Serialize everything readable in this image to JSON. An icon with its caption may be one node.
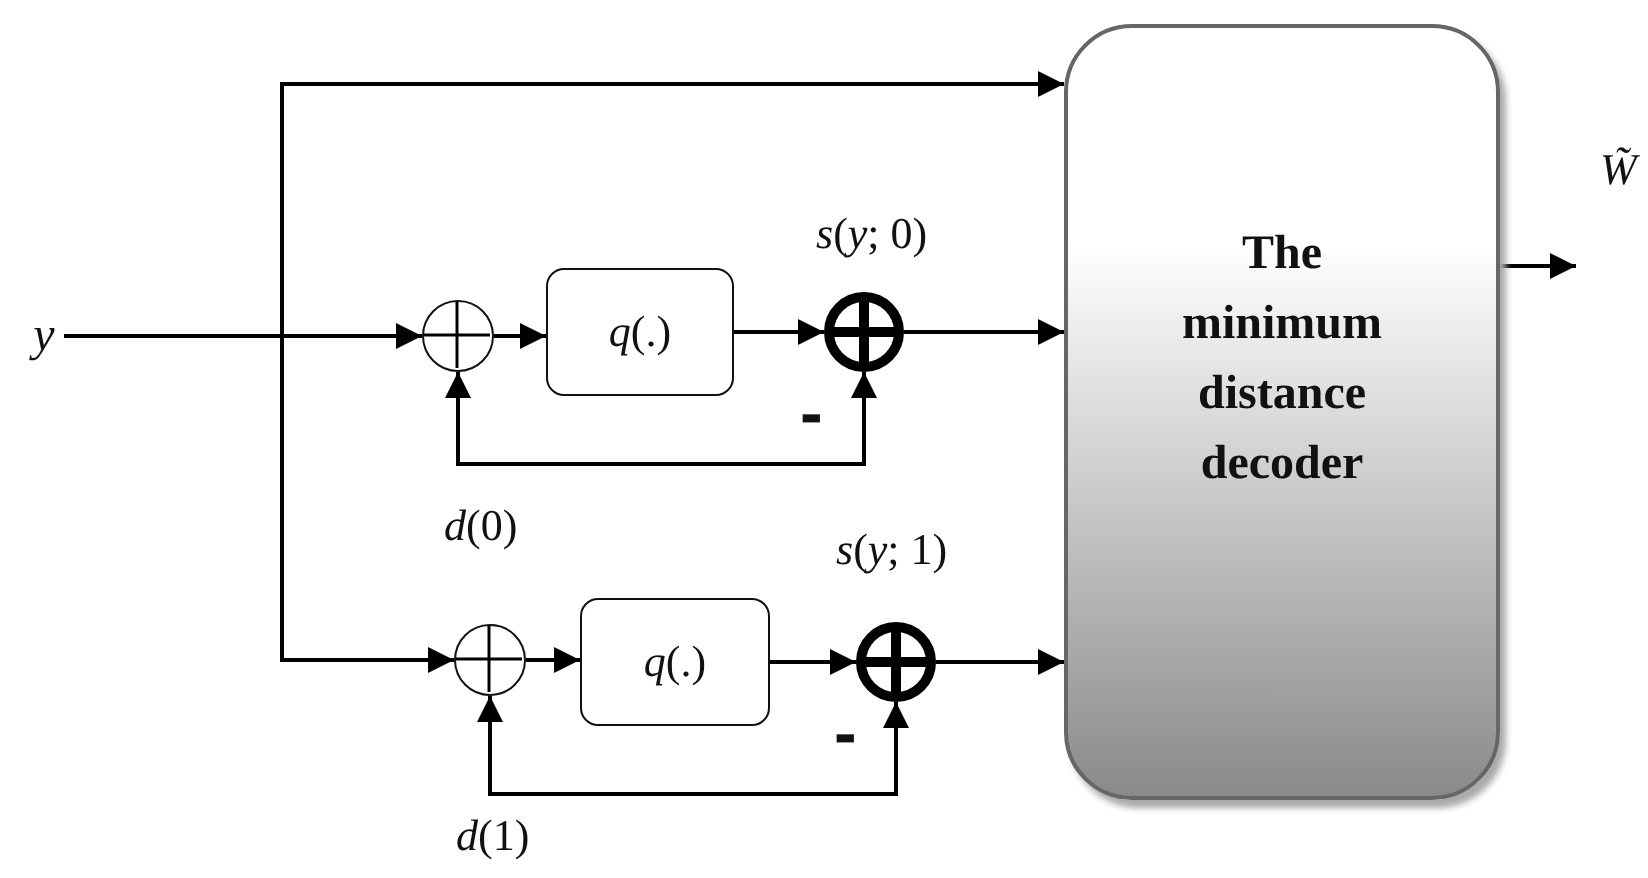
{
  "diagram": {
    "nodes": [
      {
        "text": [
          "y"
        ]
      },
      {
        "text": [],
        "shape": "circle"
      },
      {
        "text": [
          "*q*(.)"
        ]
      },
      {
        "text": [],
        "shape": "circle",
        "beside": [
          "*s*(*y*; 0)"
        ]
      },
      {
        "text": [
          "The minimum distance decoder"
        ]
      },
      {
        "text": [],
        "shape": "circle"
      },
      {
        "text": [
          "*q*(.)"
        ]
      },
      {
        "text": [],
        "shape": "circle",
        "beside": [
          "*s*(*y*; 1)"
        ]
      }
    ],
    "edges": [
      {
        "from": 0,
        "to": 1,
        "arrow": "to"
      },
      {
        "from": 0,
        "to": 4,
        "arrow": "to"
      },
      {
        "from": 0,
        "to": 5,
        "arrow": "to"
      },
      {
        "from": 1,
        "to": 2,
        "arrow": "to"
      },
      {
        "from": 2,
        "to": 3,
        "arrow": "to"
      },
      {
        "from": 3,
        "to": 4,
        "arrow": "to"
      },
      {
        "from": 5,
        "to": 6,
        "arrow": "to"
      },
      {
        "from": 6,
        "to": 7,
        "arrow": "to"
      },
      {
        "from": 7,
        "to": 4,
        "arrow": "to"
      },
      {
        "from": 1,
        "to": 3,
        "arrow": "both"
      },
      {
        "from": 5,
        "to": 7,
        "arrow": "both"
      },
      {
        "from": 4,
        "to": null,
        "arrow": "to"
      }
    ],
    "labels": [
      "W̃",
      "-",
      "*d*(0)",
      "-",
      "*d*(1)"
    ]
  }
}
